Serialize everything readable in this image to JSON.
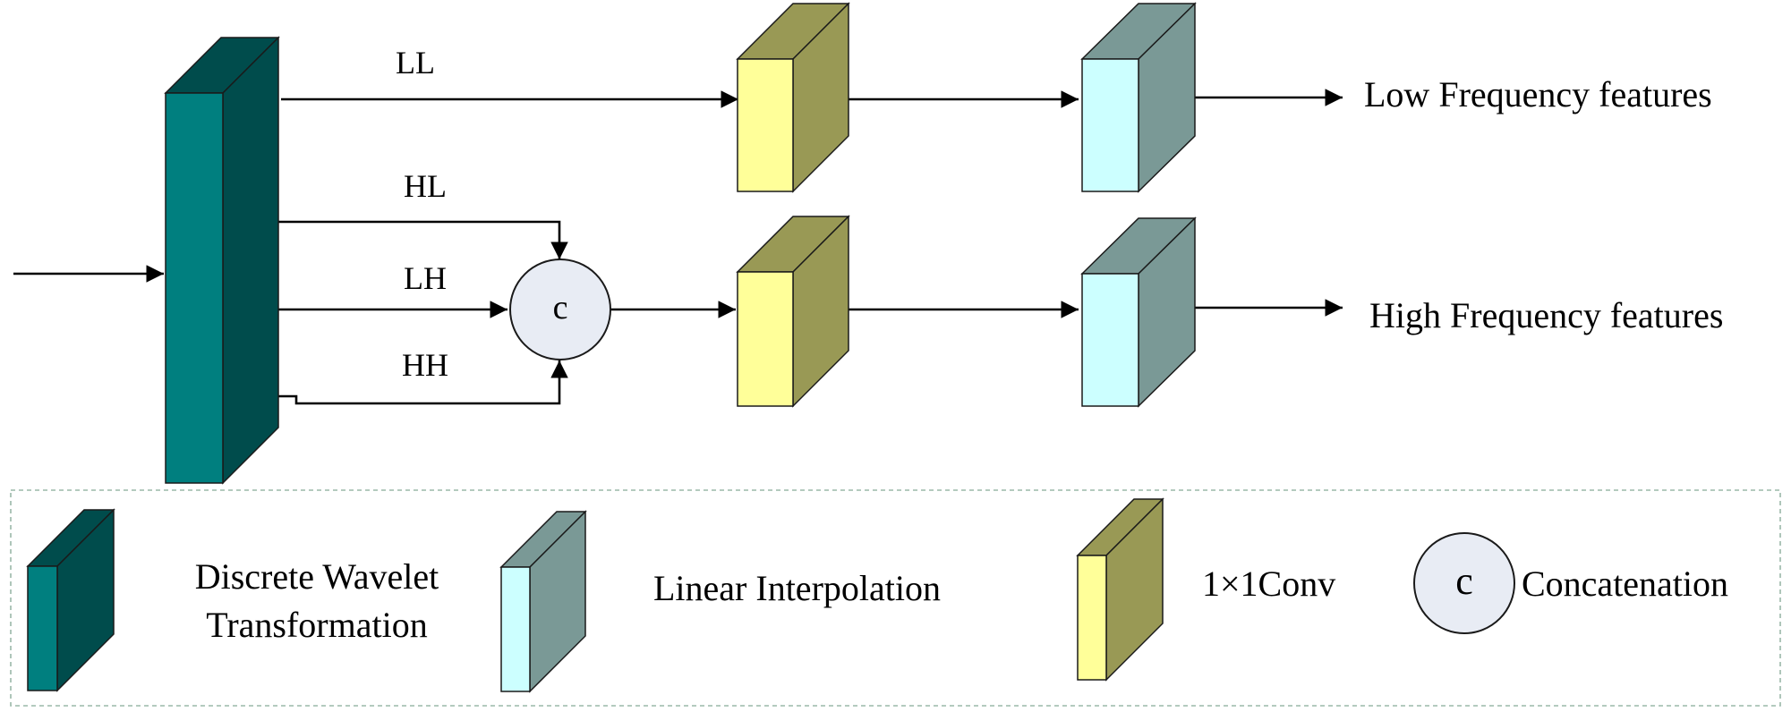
{
  "branch_labels": {
    "ll": "LL",
    "hl": "HL",
    "lh": "LH",
    "hh": "HH"
  },
  "outputs": {
    "low": "Low Frequency features",
    "high": "High Frequency features"
  },
  "concat_symbol": "c",
  "legend": {
    "dwt_line1": "Discrete Wavelet",
    "dwt_line2": "Transformation",
    "interp": "Linear Interpolation",
    "conv": "1×1Conv",
    "concat_symbol": "c",
    "concat": "Concatenation"
  },
  "colors": {
    "dwt_front": "#007f7f",
    "dwt_side": "#004c4c",
    "conv_front": "#ffff99",
    "conv_side": "#999955",
    "interp_front": "#ccffff",
    "interp_side": "#7a9996",
    "concat_fill": "#e8ecf4",
    "legend_border": "#9ab8a8"
  }
}
